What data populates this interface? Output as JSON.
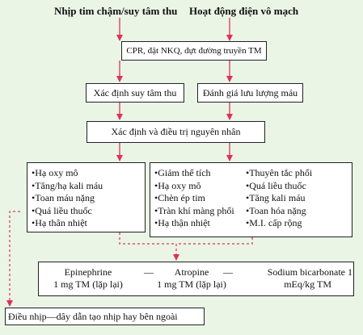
{
  "headers": {
    "left": "Nhịp tim chậm/suy tâm thu",
    "right": "Hoạt động điện vô mạch"
  },
  "boxes": {
    "cpr": "CPR, đặt NKQ, đựt đường truyền TM",
    "asystole": "Xác định suy tâm thu",
    "flow": "Đánh giá lưu lượng máu",
    "cause": "Xác định và điều trị nguyên nhân",
    "pacing": "Điều nhịp—dây dẫn tạo nhịp hay bên ngoài"
  },
  "causes_left": [
    "Hạ oxy mô",
    "Tăng/hạ kali máu",
    "Toan máu nặng",
    "Quá liều thuốc",
    "Hạ thân nhiệt"
  ],
  "causes_mid": [
    "Giảm thể tích",
    "Hạ oxy mô",
    "Chèn ép tim",
    "Tràn khí màng phổi",
    "Hạ thận nhiệt"
  ],
  "causes_right": [
    "Thuyên tắc phổi",
    "Quá liều thuốc",
    "Tăng kali máu",
    "Toan hóa nặng",
    "M.I. cấp rộng"
  ],
  "drugs": [
    {
      "name": "Epinephrine",
      "dose": "1 mg TM (lặp lại)"
    },
    {
      "name": "Atropine",
      "dose": "1 mg TM (lặp lại)"
    },
    {
      "name": "Sodium bicarbonate 1",
      "dose": "mEq/kg TM"
    }
  ],
  "separator": "—",
  "colors": {
    "arrow": "#e0305a",
    "background": "#eaf5e6",
    "box": "#ffffff"
  }
}
